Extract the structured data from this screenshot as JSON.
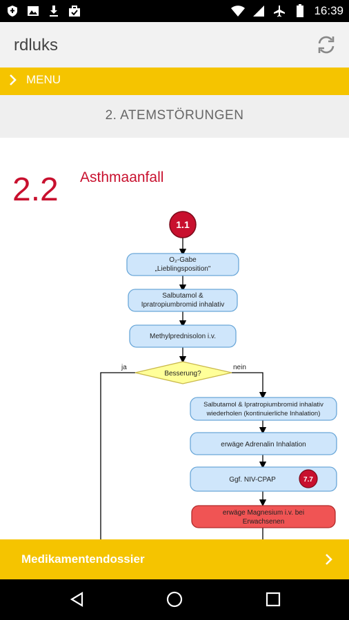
{
  "statusbar": {
    "time": "16:39"
  },
  "app": {
    "title": "rdluks"
  },
  "menu": {
    "label": "MENU"
  },
  "section": {
    "title": "2. ATEMSTÖRUNGEN"
  },
  "chapter": {
    "number": "2.2",
    "title": "Asthmaanfall"
  },
  "flowchart": {
    "start_ref": "1.1",
    "nodes": [
      {
        "line1": "O₂-Gabe",
        "line2": "„Lieblingsposition\""
      },
      {
        "line1": "Salbutamol &",
        "line2": "Ipratropiumbromid inhalativ"
      },
      {
        "line1": "Methylprednisolon i.v.",
        "line2": ""
      }
    ],
    "decision": {
      "label": "Besserung?",
      "yes": "ja",
      "no": "nein"
    },
    "right_nodes": [
      {
        "line1": "Salbutamol & Ipratropiumbromid inhalativ",
        "line2": "wiederholen (kontinuierliche Inhalation)"
      },
      {
        "line1": "erwäge Adrenalin Inhalation",
        "line2": ""
      },
      {
        "line1": "Ggf. NIV-CPAP",
        "line2": "",
        "ref": "7.7"
      },
      {
        "line1": "erwäge Magnesium i.v. bei",
        "line2": "Erwachsenen",
        "alert": true
      }
    ]
  },
  "bottom": {
    "label": "Medikamentendossier"
  },
  "colors": {
    "accent": "#f5c400",
    "red": "#c8102e",
    "node_fill": "#cfe6fb",
    "node_stroke": "#6aa7d8",
    "decision_fill": "#ffff99",
    "alert_fill": "#f05454"
  },
  "icons": {
    "status_left": [
      "shield-icon",
      "image-icon",
      "download-icon",
      "briefcase-icon"
    ],
    "status_right": [
      "wifi-icon",
      "signal-icon",
      "airplane-icon",
      "battery-icon"
    ],
    "refresh": "refresh-icon",
    "menu_arrow": "chevron-right-icon",
    "nav": [
      "back-icon",
      "home-icon",
      "recents-icon"
    ]
  }
}
